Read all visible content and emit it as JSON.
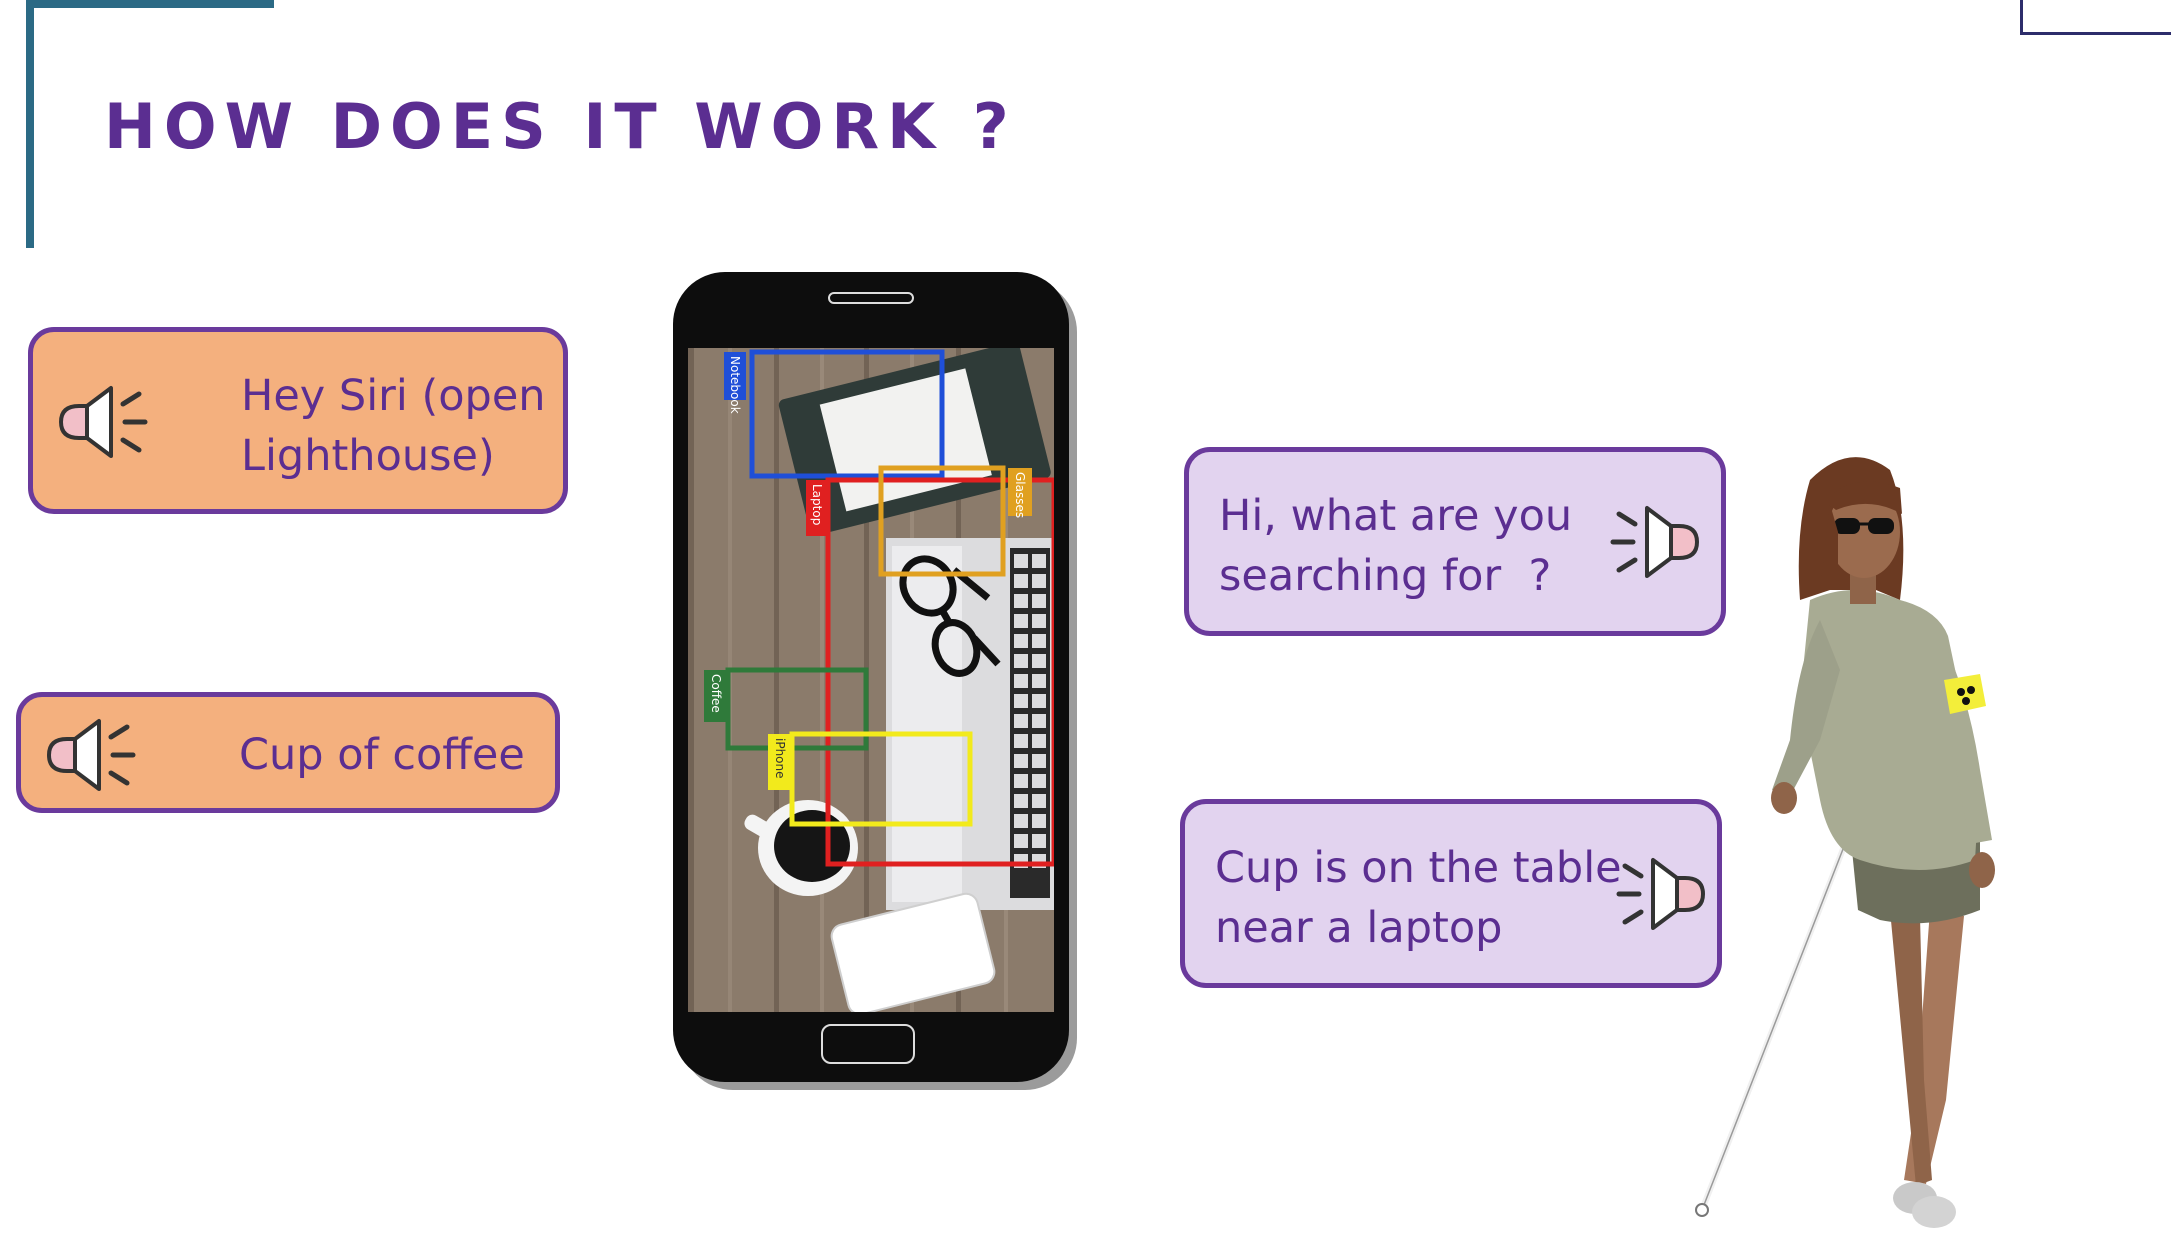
{
  "slide": {
    "title": "HOW DOES IT WORK ?"
  },
  "bubbles": {
    "hey_siri": {
      "text": "Hey Siri (open\nLighthouse)"
    },
    "cup_of_coffee": {
      "text": "Cup of coffee"
    },
    "what_searching": {
      "text": "Hi, what are you\nsearching for  ?"
    },
    "cup_location": {
      "text": "Cup is on the table\nnear a laptop"
    }
  },
  "phone_screen": {
    "detections": [
      {
        "label": "Notebook",
        "color": "#1f4fd8"
      },
      {
        "label": "Laptop",
        "color": "#e02020"
      },
      {
        "label": "Glasses",
        "color": "#e0a020"
      },
      {
        "label": "Coffee",
        "color": "#2f7a3a"
      },
      {
        "label": "iPhone",
        "color": "#f2ea1c"
      }
    ]
  },
  "colors": {
    "title": "#5b2e91",
    "bubble_border": "#6a3a9c",
    "user_bubble": "#f4b07e",
    "app_bubble": "#e2d3ef"
  },
  "icons": [
    "speaker-icon",
    "smartphone-illustration",
    "walking-person-with-white-cane-illustration"
  ]
}
